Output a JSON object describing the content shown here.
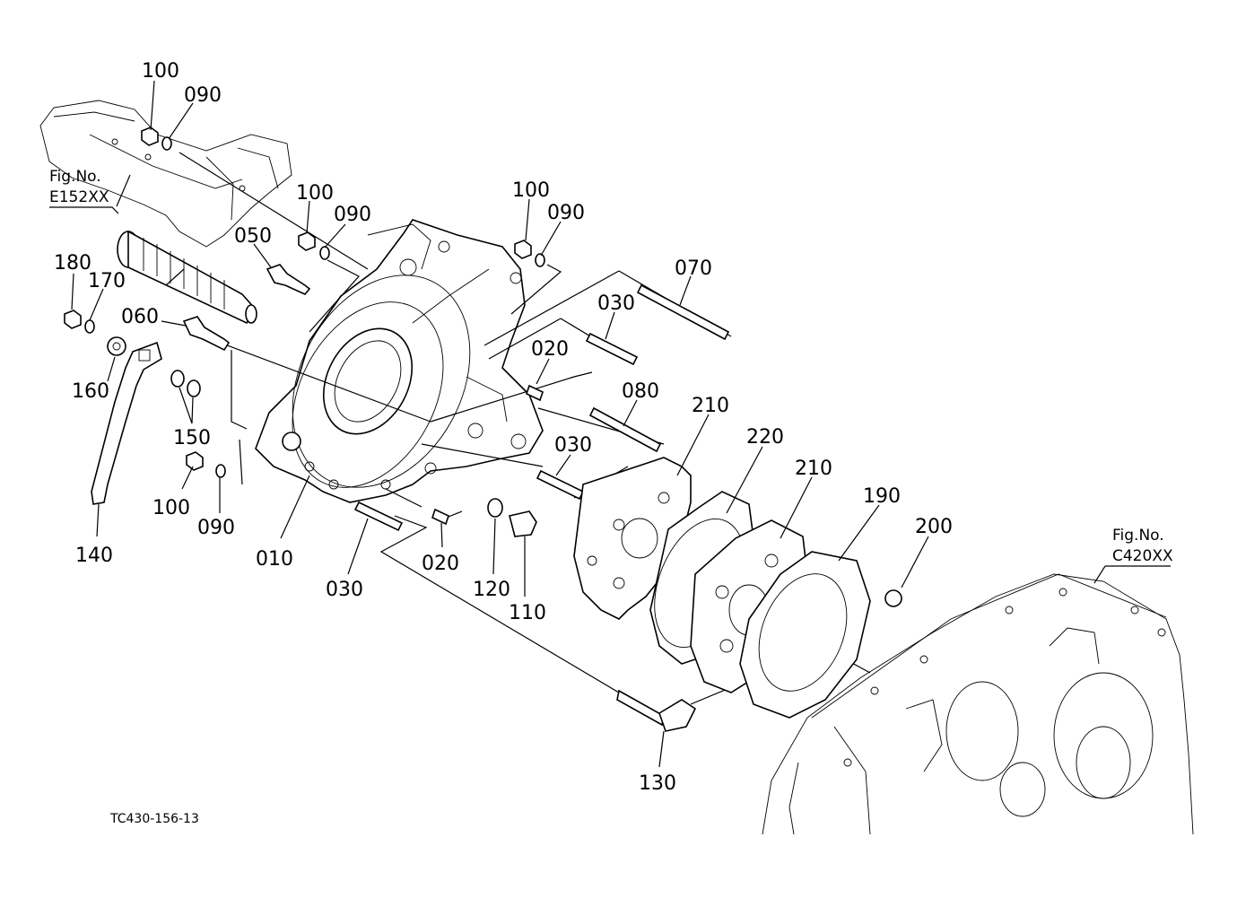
{
  "drawing_code": "TC430-156-13",
  "figure_refs": [
    {
      "label": "Fig.No.",
      "code": "E152XX"
    },
    {
      "label": "Fig.No.",
      "code": "C420XX"
    }
  ],
  "callouts": [
    "100",
    "090",
    "100",
    "090",
    "100",
    "090",
    "050",
    "180",
    "170",
    "060",
    "070",
    "030",
    "020",
    "080",
    "210",
    "220",
    "210",
    "190",
    "200",
    "030",
    "160",
    "150",
    "100",
    "090",
    "140",
    "010",
    "030",
    "020",
    "120",
    "110",
    "130"
  ]
}
